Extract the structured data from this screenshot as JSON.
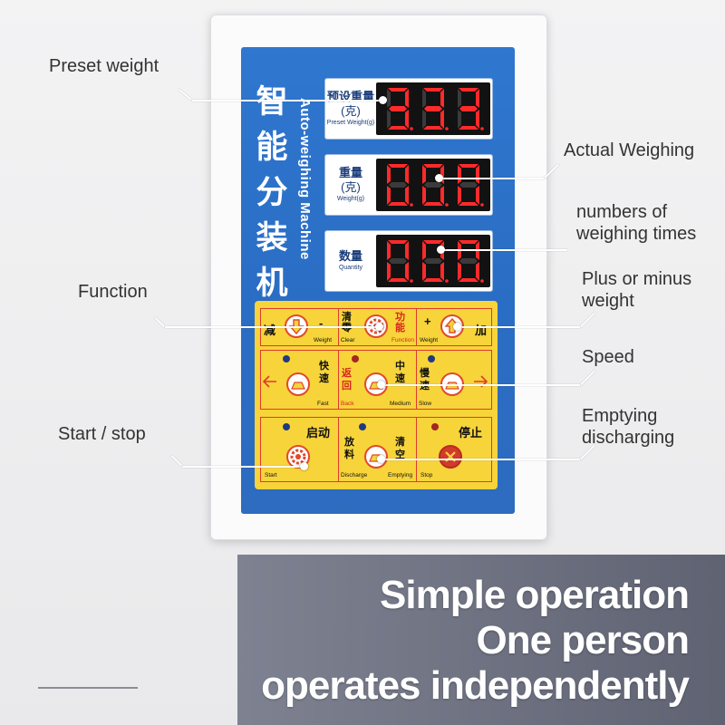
{
  "panel": {
    "title_cn": "智能分装机",
    "title_en": "Auto-weighing Machine",
    "displays": [
      {
        "label_cn": "预设重量",
        "label_cn2": "(克)",
        "label_en": "Preset Weight(g)",
        "digits": "333"
      },
      {
        "label_cn": "重量",
        "label_cn2": "(克)",
        "label_en": "Weight(g)",
        "digits": "000"
      },
      {
        "label_cn": "数量",
        "label_cn2": "",
        "label_en": "Quantity",
        "digits": "000"
      }
    ],
    "keypad": {
      "row1": {
        "minus_cn": "减",
        "minus_sign": "-",
        "minus_en": "Weight",
        "clear_cn": "清零",
        "clear_en": "Clear",
        "function_cn": "功能",
        "function_en": "Function",
        "plus_sign": "+",
        "plus_cn": "加",
        "plus_en": "Weight"
      },
      "row2": {
        "fast_cn": "快速",
        "fast_en": "Fast",
        "back_cn": "返回",
        "back_en": "Back",
        "medium_cn": "中速",
        "medium_en": "Medium",
        "slow_cn": "慢速",
        "slow_en": "Slow"
      },
      "row3": {
        "start_cn": "启动",
        "start_en": "Start",
        "discharge_cn": "放料",
        "discharge_en": "Discharge",
        "empty_cn": "清空",
        "empty_en": "Emptying",
        "stop_cn": "停止",
        "stop_en": "Stop"
      }
    }
  },
  "callouts": {
    "preset_weight": "Preset weight",
    "actual_weighing": "Actual Weighing",
    "numbers_line1": "numbers of",
    "numbers_line2": "weighing times",
    "function": "Function",
    "plus_minus_line1": "Plus or minus",
    "plus_minus_line2": "weight",
    "speed": "Speed",
    "empty_line1": "Emptying",
    "empty_line2": "discharging",
    "start_stop": "Start / stop"
  },
  "tagline": {
    "line1": "Simple operation",
    "line2": "One person",
    "line3": "operates independently"
  },
  "colors": {
    "panel_blue": "#2f77cf",
    "keypad_yellow": "#f7d43a",
    "segment_red": "#ff2a2a",
    "segment_off": "#3a3a3a",
    "accent_red": "#e03a2c"
  }
}
